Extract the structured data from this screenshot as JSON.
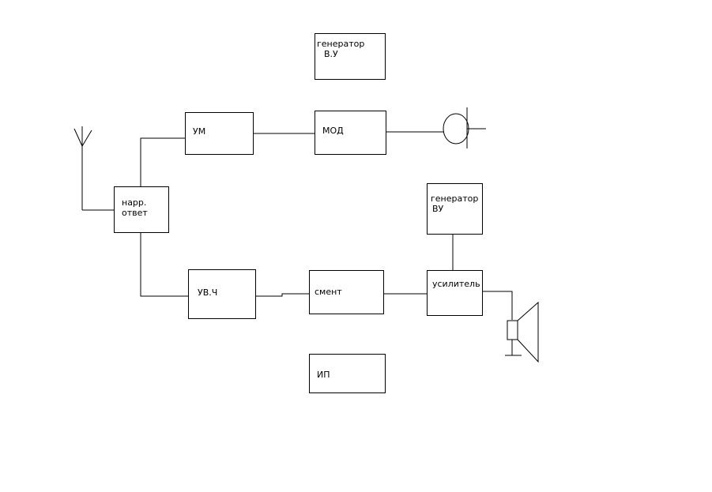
{
  "blocks": {
    "gen_vu_top": {
      "line1": "генератор",
      "line2": "В.У"
    },
    "um": {
      "label": "УМ"
    },
    "mod": {
      "label": "МОД"
    },
    "duplexer": {
      "line1": "нарр.",
      "line2": "ответ"
    },
    "gen_vu_right": {
      "line1": "генератор",
      "line2": "ВУ"
    },
    "uvch": {
      "label": "УВ.Ч"
    },
    "mixer": {
      "label": "смент"
    },
    "amplifier": {
      "label": "усилитель"
    },
    "power": {
      "label": "ИП"
    }
  }
}
